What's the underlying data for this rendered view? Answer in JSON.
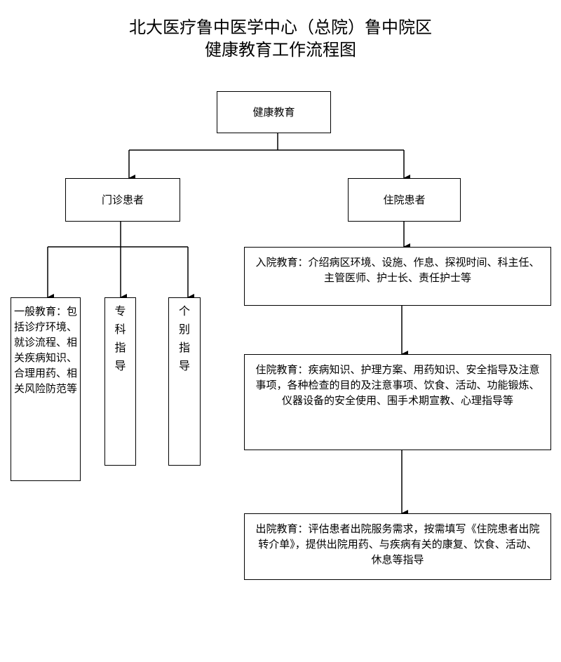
{
  "header": {
    "title_line1": "北大医疗鲁中医学中心（总院）鲁中院区",
    "title_line2": "健康教育工作流程图"
  },
  "nodes": {
    "root": "健康教育",
    "outpatient": "门诊患者",
    "inpatient": "住院患者",
    "general_edu": "一般教育：包括诊疗环境、就诊流程、相关疾病知识、合理用药、相关风险防范等",
    "specialist": "专科指导",
    "individual": "个别指导",
    "admission_edu": "入院教育：介绍病区环境、设施、作息、探视时间、科主任、主管医师、护士长、责任护士等",
    "stay_edu": "住院教育：疾病知识、护理方案、用药知识、安全指导及注意事项，各种检查的目的及注意事项、饮食、活动、功能锻炼、仪器设备的安全使用、围手术期宣教、心理指导等",
    "discharge_edu": "出院教育：评估患者出院服务需求，按需填写《住院患者出院转介单》，提供出院用药、与疾病有关的康复、饮食、活动、休息等指导"
  }
}
